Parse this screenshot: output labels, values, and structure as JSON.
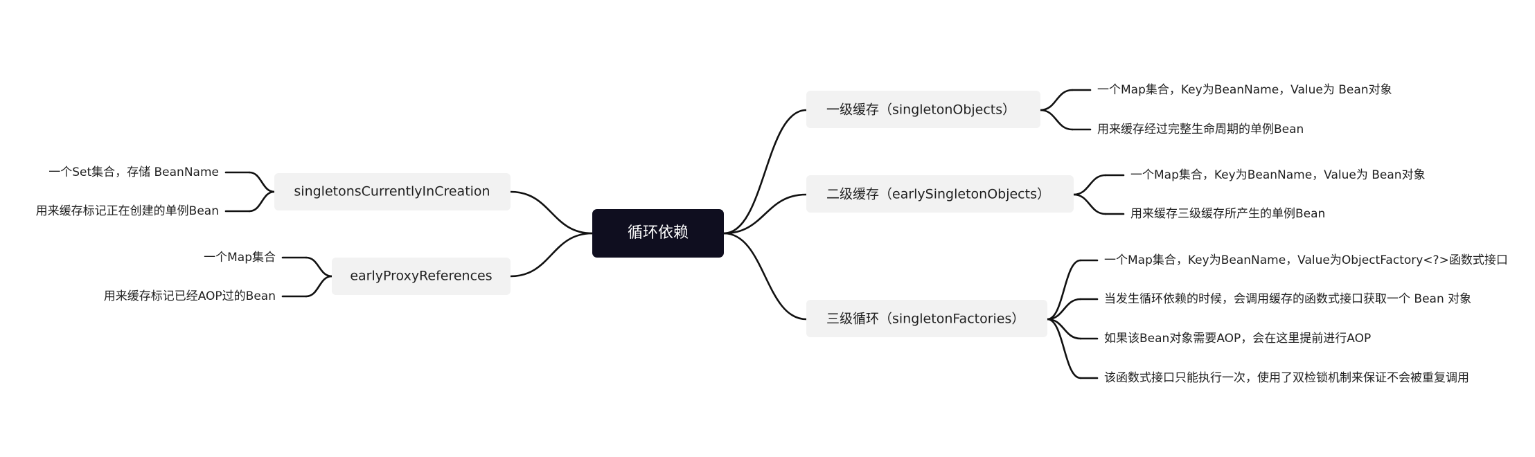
{
  "root": {
    "label": "循环依赖"
  },
  "right_topics": [
    {
      "label": "一级缓存（singletonObjects）",
      "children": [
        "一个Map集合，Key为BeanName，Value为 Bean对象",
        "用来缓存经过完整生命周期的单例Bean"
      ]
    },
    {
      "label": "二级缓存（earlySingletonObjects）",
      "children": [
        "一个Map集合，Key为BeanName，Value为 Bean对象",
        "用来缓存三级缓存所产生的单例Bean"
      ]
    },
    {
      "label": "三级循环（singletonFactories）",
      "children": [
        "一个Map集合，Key为BeanName，Value为ObjectFactory<?>函数式接口",
        "当发生循环依赖的时候，会调用缓存的函数式接口获取一个 Bean 对象",
        "如果该Bean对象需要AOP，会在这里提前进行AOP",
        "该函数式接口只能执行一次，使用了双检锁机制来保证不会被重复调用"
      ]
    }
  ],
  "left_topics": [
    {
      "label": "singletonsCurrentlyInCreation",
      "children": [
        "一个Set集合，存储 BeanName",
        "用来缓存标记正在创建的单例Bean"
      ]
    },
    {
      "label": "earlyProxyReferences",
      "children": [
        "一个Map集合",
        "用来缓存标记已经AOP过的Bean"
      ]
    }
  ]
}
